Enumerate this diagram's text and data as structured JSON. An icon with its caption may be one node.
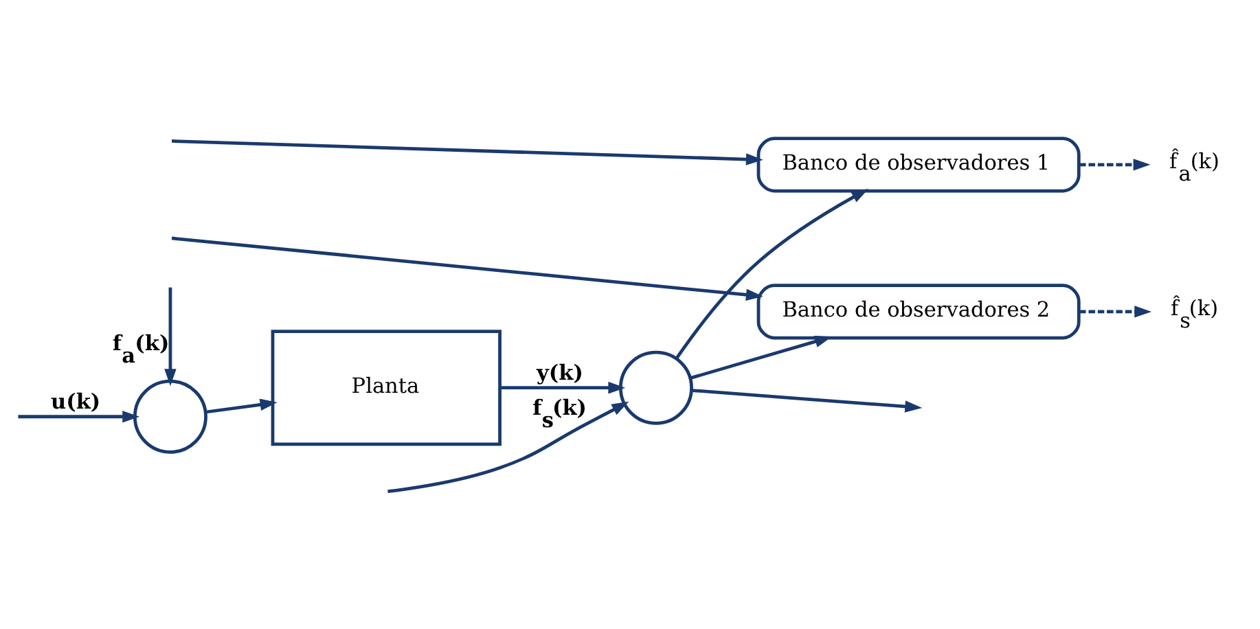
{
  "diagram": {
    "nodes": [
      {
        "text": [],
        "shape": "circle"
      },
      {
        "text": [
          "Planta"
        ]
      },
      {
        "text": [],
        "shape": "circle"
      },
      {
        "text": [
          "Banco de observadores 1"
        ]
      },
      {
        "text": [
          "Banco de observadores 2"
        ]
      },
      {
        "text": [
          "f̂$_{a}$(k)"
        ]
      },
      {
        "text": [
          "f̂$_{s}$(k)"
        ]
      }
    ],
    "edges": [
      {
        "from": null,
        "to": 0,
        "arrow": "to",
        "label": "**u(k)**"
      },
      {
        "from": null,
        "to": 0,
        "arrow": "to",
        "label": "**f$_{a}$(k)**"
      },
      {
        "from": 0,
        "to": 1,
        "arrow": "to"
      },
      {
        "from": 1,
        "to": 2,
        "arrow": "to",
        "label": "**y(k)**"
      },
      {
        "from": null,
        "to": 2,
        "arrow": "to",
        "label": "**f$_{s}$(k)**"
      },
      {
        "from": 2,
        "to": null,
        "arrow": "to"
      },
      {
        "from": null,
        "to": 3,
        "arrow": "to"
      },
      {
        "from": null,
        "to": 4,
        "arrow": "to"
      },
      {
        "from": 2,
        "to": 3,
        "arrow": "to"
      },
      {
        "from": 2,
        "to": 4,
        "arrow": "to"
      },
      {
        "from": 3,
        "to": 5,
        "arrow": "to",
        "style": "dashed"
      },
      {
        "from": 4,
        "to": 6,
        "arrow": "to",
        "style": "dashed"
      }
    ]
  }
}
